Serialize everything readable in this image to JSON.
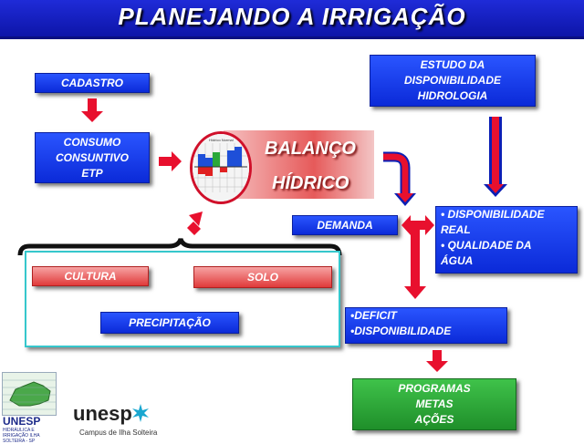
{
  "title": "PLANEJANDO A IRRIGAÇÃO",
  "nodes": {
    "cadastro": "CADASTRO",
    "consumo": [
      "CONSUMO",
      "CONSUNTIVO",
      "ETP"
    ],
    "balanco": [
      "BALANÇO",
      "HÍDRICO"
    ],
    "estudo": [
      "ESTUDO DA",
      "DISPONIBILIDADE",
      "HIDROLOGIA"
    ],
    "demanda": "DEMANDA",
    "disponibilidade": [
      "• DISPONIBILIDADE",
      "REAL",
      "• QUALIDADE DA",
      "ÁGUA"
    ],
    "cultura": "CULTURA",
    "solo": "SOLO",
    "precipitacao": "PRECIPITAÇÃO",
    "deficit": [
      "•DEFICIT",
      "•DISPONIBILIDADE"
    ],
    "programas": [
      "PROGRAMAS",
      "METAS",
      "AÇÕES"
    ]
  },
  "chart_thumbnail_title": "Hídrico Normal",
  "logos": {
    "unesp_left": "UNESP",
    "unesp_left_sub": "HIDRÁULICA E IRRIGAÇÃO ILHA SOLTEIRA - SP",
    "unesp_brand": "unesp",
    "campus": "Campus de Ilha Solteira"
  },
  "colors": {
    "blue": "#0b2ad8",
    "arrow_red": "#e8102e",
    "green": "#1f8f2a",
    "pink": "#e03a3a",
    "frame": "#35c7cc"
  }
}
